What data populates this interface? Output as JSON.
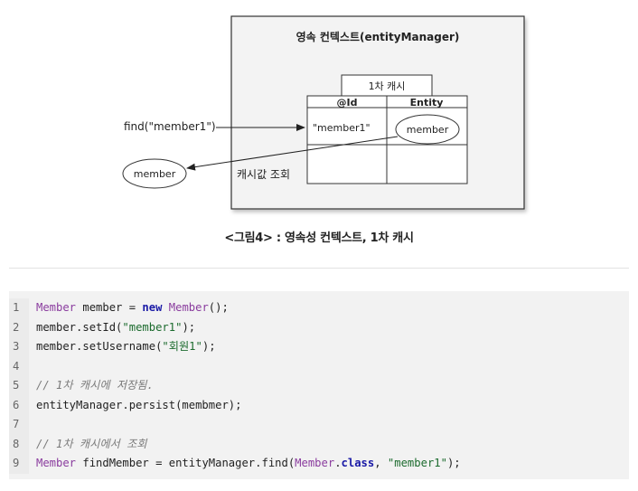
{
  "diagram": {
    "container_title": "영속 컨텍스트(entityManager)",
    "cache_label": "1차 캐시",
    "col_id": "@Id",
    "col_entity": "Entity",
    "row1_id": "\"member1\"",
    "row1_entity": "member",
    "find_label": "find(\"member1\")",
    "returned_entity": "member",
    "lookup_label": "캐시값 조회"
  },
  "caption": "<그림4> : 영속성 컨텍스트, 1차 캐시",
  "code": {
    "line_numbers": [
      "1",
      "2",
      "3",
      "4",
      "5",
      "6",
      "7",
      "8",
      "9"
    ],
    "l1": {
      "type": "Member",
      "mid": " member = ",
      "kw": "new",
      "space": " ",
      "type2": "Member",
      "end": "();"
    },
    "l2": {
      "pre": "member.setId(",
      "str": "\"member1\"",
      "end": ");"
    },
    "l3": {
      "pre": "member.setUsername(",
      "str": "\"회원1\"",
      "end": ");"
    },
    "l4": {
      "text": ""
    },
    "l5": {
      "comment": "// 1차 캐시에 저장됨."
    },
    "l6": {
      "text": "entityManager.persist(membmer);"
    },
    "l7": {
      "text": ""
    },
    "l8": {
      "comment": "// 1차 캐시에서 조회"
    },
    "l9": {
      "type": "Member",
      "mid": " findMember = entityManager.find(",
      "type2": "Member",
      "dot": ".",
      "kw": "class",
      "comma": ", ",
      "str": "\"member1\"",
      "end": ");"
    }
  }
}
